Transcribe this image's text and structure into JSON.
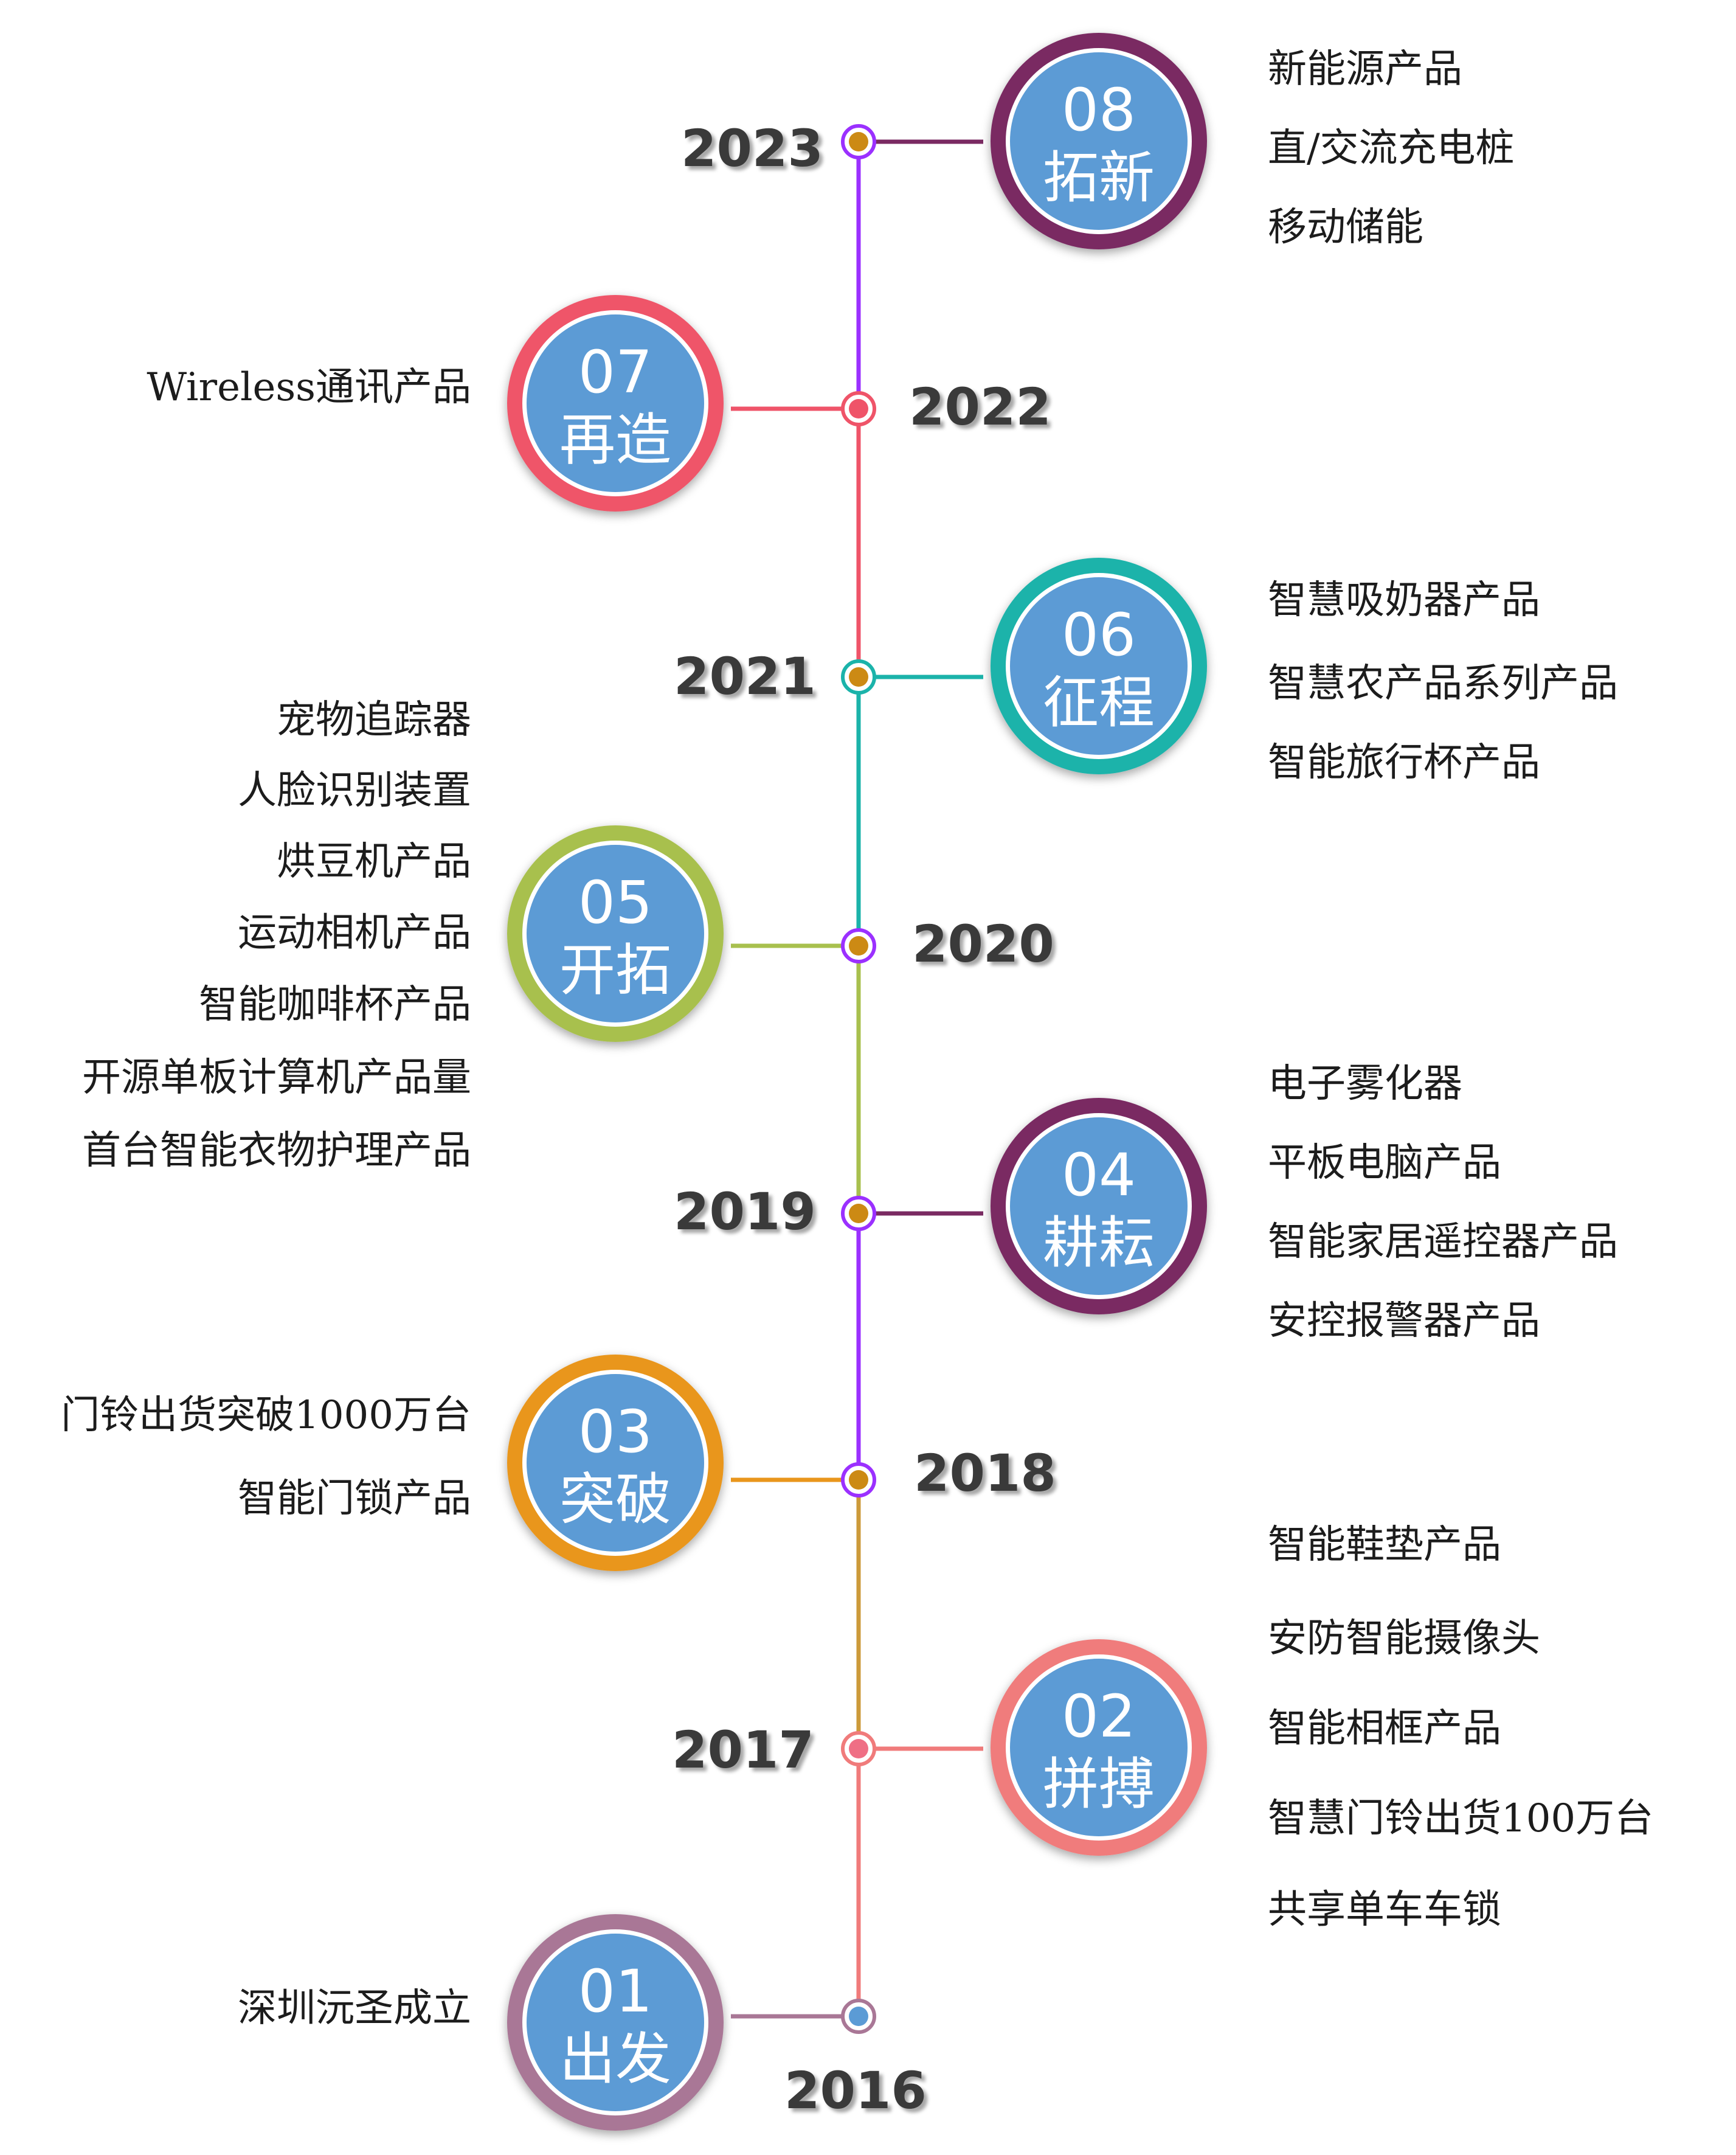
{
  "milestones": [
    {
      "number": "01",
      "title": "出发",
      "year": "2016",
      "color": "#a97796",
      "items": [
        "深圳沅圣成立"
      ]
    },
    {
      "number": "02",
      "title": "拼搏",
      "year": "2017",
      "color": "#f07b7b",
      "items": [
        "智能鞋垫产品",
        "安防智能摄像头",
        "智能相框产品",
        "智慧门铃出货100万台",
        "共享单车车锁"
      ]
    },
    {
      "number": "03",
      "title": "突破",
      "year": "2018",
      "color": "#e9961c",
      "items": [
        "门铃出货突破1000万台",
        "智能门锁产品"
      ]
    },
    {
      "number": "04",
      "title": "耕耘",
      "year": "2019",
      "color": "#7a2a62",
      "items": [
        "电子雾化器",
        "平板电脑产品",
        "智能家居遥控器产品",
        "安控报警器产品"
      ]
    },
    {
      "number": "05",
      "title": "开拓",
      "year": "2020",
      "color": "#a8c04e",
      "items": [
        "宠物追踪器",
        "人脸识别装置",
        "烘豆机产品",
        "运动相机产品",
        "智能咖啡杯产品",
        "开源单板计算机产品量",
        "首台智能衣物护理产品"
      ]
    },
    {
      "number": "06",
      "title": "征程",
      "year": "2021",
      "color": "#1bb3aa",
      "items": [
        "智慧吸奶器产品",
        "智慧农产品系列产品",
        "智能旅行杯产品"
      ]
    },
    {
      "number": "07",
      "title": "再造",
      "year": "2022",
      "color": "#ef5469",
      "items": [
        "Wireless通讯产品"
      ]
    },
    {
      "number": "08",
      "title": "拓新",
      "year": "2023",
      "color": "#7a2a62",
      "items": [
        "新能源产品",
        "直/交流充电桩",
        "移动储能"
      ]
    }
  ],
  "colors": {
    "circle_inner": "#5b9bd5",
    "circle_text": "#ffffff",
    "dot_fill_default": "#cc8a14",
    "dot_ring": "#9b30ff",
    "line_segments": [
      "#f07b7b",
      "#cc9a3a",
      "#9b30ff",
      "#a8c04e",
      "#1bb3aa",
      "#ef5469",
      "#9b30ff"
    ]
  }
}
